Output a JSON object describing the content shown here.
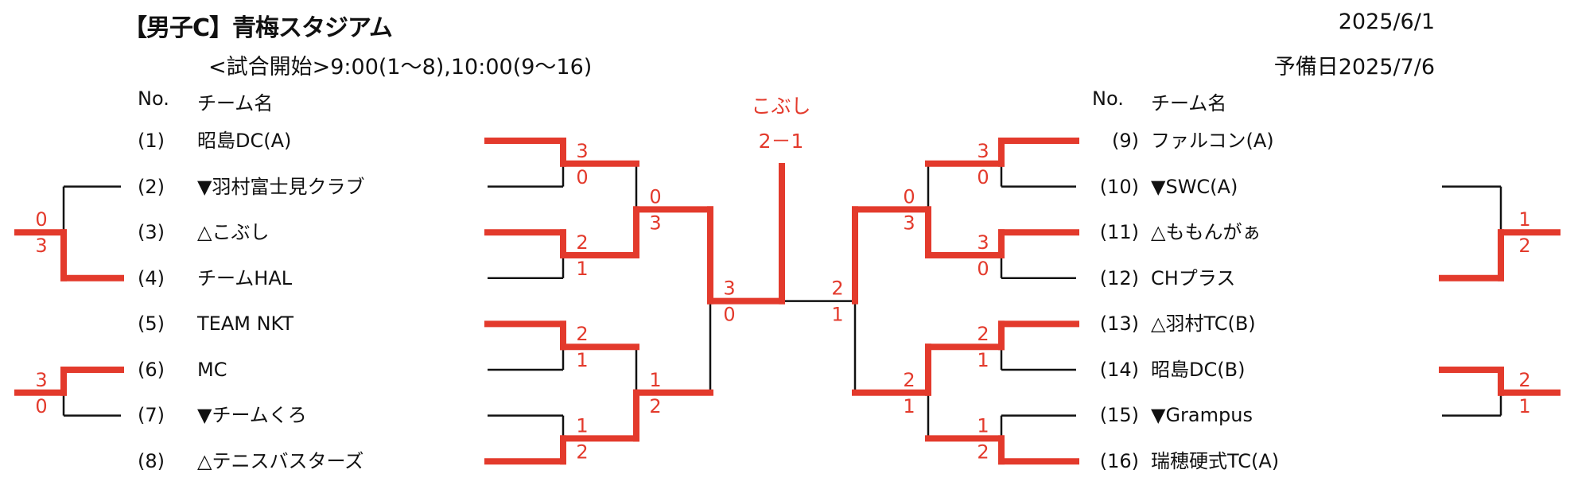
{
  "header": {
    "title": "【男子C】青梅スタジアム",
    "subtitle": "<試合開始>9:00(1～8),10:00(9～16)",
    "date": "2025/6/1",
    "reserve_date": "予備日2025/7/6"
  },
  "columns": {
    "no": "No.",
    "team": "チーム名"
  },
  "colors": {
    "winner_line": "#e33a2c",
    "loser_line": "#111111",
    "score_text": "#e33a2c"
  },
  "teams_left": [
    {
      "no": "(1)",
      "name": "昭島DC(A)"
    },
    {
      "no": "(2)",
      "name": "▼羽村富士見クラブ"
    },
    {
      "no": "(3)",
      "name": "△こぶし"
    },
    {
      "no": "(4)",
      "name": "チームHAL"
    },
    {
      "no": "(5)",
      "name": "TEAM NKT"
    },
    {
      "no": "(6)",
      "name": "MC"
    },
    {
      "no": "(7)",
      "name": "▼チームくろ"
    },
    {
      "no": "(8)",
      "name": "△テニスバスターズ"
    }
  ],
  "teams_right": [
    {
      "no": "(9)",
      "name": "ファルコン(A)"
    },
    {
      "no": "(10)",
      "name": "▼SWC(A)"
    },
    {
      "no": "(11)",
      "name": "△ももんがぁ"
    },
    {
      "no": "(12)",
      "name": "CHプラス"
    },
    {
      "no": "(13)",
      "name": "△羽村TC(B)"
    },
    {
      "no": "(14)",
      "name": "昭島DC(B)"
    },
    {
      "no": "(15)",
      "name": "▼Grampus"
    },
    {
      "no": "(16)",
      "name": "瑞穂硬式TC(A)"
    }
  ],
  "champion": {
    "name": "こぶし",
    "score": "2－1"
  },
  "matches": {
    "left_round1": [
      {
        "rows": [
          1,
          2
        ],
        "scores": [
          "3",
          "0"
        ],
        "winner": 0
      },
      {
        "rows": [
          3,
          4
        ],
        "scores": [
          "2",
          "1"
        ],
        "winner": 0
      },
      {
        "rows": [
          5,
          6
        ],
        "scores": [
          "2",
          "1"
        ],
        "winner": 0
      },
      {
        "rows": [
          7,
          8
        ],
        "scores": [
          "1",
          "2"
        ],
        "winner": 1
      }
    ],
    "left_round2": [
      {
        "scores": [
          "0",
          "3"
        ],
        "winner": 1
      },
      {
        "scores": [
          "1",
          "2"
        ],
        "winner": 1
      }
    ],
    "left_round3": {
      "scores": [
        "3",
        "0"
      ],
      "winner": 0
    },
    "right_round1": [
      {
        "rows": [
          9,
          10
        ],
        "scores": [
          "3",
          "0"
        ],
        "winner": 0
      },
      {
        "rows": [
          11,
          12
        ],
        "scores": [
          "3",
          "0"
        ],
        "winner": 0
      },
      {
        "rows": [
          13,
          14
        ],
        "scores": [
          "2",
          "1"
        ],
        "winner": 0
      },
      {
        "rows": [
          15,
          16
        ],
        "scores": [
          "1",
          "2"
        ],
        "winner": 1
      }
    ],
    "right_round2": [
      {
        "scores": [
          "0",
          "3"
        ],
        "winner": 1
      },
      {
        "scores": [
          "2",
          "1"
        ],
        "winner": 0
      }
    ],
    "right_round3": {
      "scores": [
        "2",
        "1"
      ],
      "winner": 0
    },
    "final_winner": "left",
    "consolation_left": [
      {
        "rows": [
          2,
          4
        ],
        "scores": [
          "0",
          "3"
        ],
        "winner": 1
      },
      {
        "rows": [
          6,
          7
        ],
        "scores": [
          "3",
          "0"
        ],
        "winner": 0
      }
    ],
    "consolation_right": [
      {
        "rows": [
          10,
          12
        ],
        "scores": [
          "1",
          "2"
        ],
        "winner": 1
      },
      {
        "rows": [
          14,
          15
        ],
        "scores": [
          "2",
          "1"
        ],
        "winner": 0
      }
    ]
  }
}
